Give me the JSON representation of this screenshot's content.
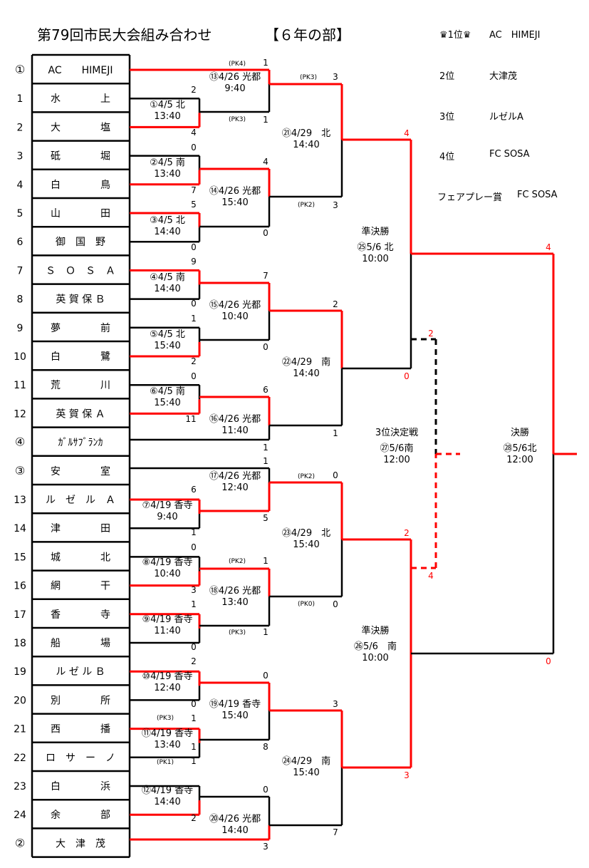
{
  "title": "第79回市民大会組み合わせ",
  "division": "【６年の部】",
  "results": {
    "first": {
      "label": "♛1位♛",
      "team": "AC　HIMEJI"
    },
    "second": {
      "label": "2位",
      "team": "大津茂"
    },
    "third": {
      "label": "3位",
      "team": "ルゼルA"
    },
    "fourth": {
      "label": "4位",
      "team": "FC SOSA"
    },
    "fairplay": {
      "label": "フェアプレー賞",
      "team": "FC SOSA"
    }
  },
  "teams": [
    {
      "seed": "①",
      "name": "AC　　HIMEJI"
    },
    {
      "seed": "1",
      "name": "水　　　　上"
    },
    {
      "seed": "2",
      "name": "大　　　　塩"
    },
    {
      "seed": "3",
      "name": "砥　　　　堀"
    },
    {
      "seed": "4",
      "name": "白　　　　鳥"
    },
    {
      "seed": "5",
      "name": "山　　　　田"
    },
    {
      "seed": "6",
      "name": "御　国　野"
    },
    {
      "seed": "7",
      "name": "Ｓ　Ｏ　Ｓ　Ａ"
    },
    {
      "seed": "8",
      "name": "英 賀 保 Ｂ"
    },
    {
      "seed": "9",
      "name": "夢　　　　前"
    },
    {
      "seed": "10",
      "name": "白　　　　鷺"
    },
    {
      "seed": "11",
      "name": "荒　　　　川"
    },
    {
      "seed": "12",
      "name": "英 賀 保 Ａ"
    },
    {
      "seed": "④",
      "name": "ｶﾞﾙｻﾌﾞﾗﾝｶ"
    },
    {
      "seed": "③",
      "name": "安　　　　室"
    },
    {
      "seed": "13",
      "name": "ル　ゼ　ル　Ａ"
    },
    {
      "seed": "14",
      "name": "津　　　　田"
    },
    {
      "seed": "15",
      "name": "城　　　　北"
    },
    {
      "seed": "16",
      "name": "網　　　　干"
    },
    {
      "seed": "17",
      "name": "香　　　　寺"
    },
    {
      "seed": "18",
      "name": "船　　　　場"
    },
    {
      "seed": "19",
      "name": "ル ゼ ル Ｂ"
    },
    {
      "seed": "20",
      "name": "別　　　　所"
    },
    {
      "seed": "21",
      "name": "西　　　　播"
    },
    {
      "seed": "22",
      "name": "ロ　サ　ー　ノ"
    },
    {
      "seed": "23",
      "name": "白　　　　浜"
    },
    {
      "seed": "24",
      "name": "余　　　　部"
    },
    {
      "seed": "②",
      "name": "大　津　茂"
    }
  ],
  "matches": [
    {
      "no": "①4/5 北",
      "time": "13:40"
    },
    {
      "no": "②4/5 南",
      "time": "13:40"
    },
    {
      "no": "③4/5 北",
      "time": "14:40"
    },
    {
      "no": "④4/5 南",
      "time": "14:40"
    },
    {
      "no": "⑤4/5 北",
      "time": "15:40"
    },
    {
      "no": "⑥4/5 南",
      "time": "15:40"
    },
    {
      "no": "⑦4/19 香寺",
      "time": "9:40"
    },
    {
      "no": "⑧4/19 香寺",
      "time": "10:40"
    },
    {
      "no": "⑨4/19 香寺",
      "time": "11:40"
    },
    {
      "no": "⑩4/19 香寺",
      "time": "12:40"
    },
    {
      "no": "⑪4/19 香寺",
      "time": "13:40"
    },
    {
      "no": "⑫4/19 香寺",
      "time": "14:40"
    },
    {
      "no": "⑬4/26 光都",
      "time": "9:40"
    },
    {
      "no": "⑭4/26 光都",
      "time": "15:40"
    },
    {
      "no": "⑮4/26 光都",
      "time": "10:40"
    },
    {
      "no": "⑯4/26 光都",
      "time": "11:40"
    },
    {
      "no": "⑰4/26 光都",
      "time": "12:40"
    },
    {
      "no": "⑱4/26 光都",
      "time": "13:40"
    },
    {
      "no": "⑲4/19 香寺",
      "time": "15:40"
    },
    {
      "no": "⑳4/26 光都",
      "time": "14:40"
    },
    {
      "no": "㉑4/29　北",
      "time": "14:40"
    },
    {
      "no": "㉒4/29　南",
      "time": "14:40"
    },
    {
      "no": "㉓4/29　北",
      "time": "15:40"
    },
    {
      "no": "㉔4/29　南",
      "time": "15:40"
    },
    {
      "no": "㉕5/6 北",
      "time": "10:00",
      "title": "準決勝"
    },
    {
      "no": "㉖5/6　南",
      "time": "10:00",
      "title": "準決勝"
    },
    {
      "no": "㉗5/6南",
      "time": "12:00",
      "title": "3位決定戦"
    },
    {
      "no": "㉘5/6北",
      "time": "12:00",
      "title": "決勝"
    }
  ],
  "scores": [
    {
      "v": "1"
    },
    {
      "v": "(PK4)"
    },
    {
      "v": "2"
    },
    {
      "v": "(PK3)"
    },
    {
      "v": "1"
    },
    {
      "v": "4"
    },
    {
      "v": "0"
    },
    {
      "v": "4"
    },
    {
      "v": "7"
    },
    {
      "v": "5"
    },
    {
      "v": "0"
    },
    {
      "v": "0"
    },
    {
      "v": "3"
    },
    {
      "v": "(PK3)"
    },
    {
      "v": "(PK2)"
    },
    {
      "v": "3"
    },
    {
      "v": "9"
    },
    {
      "v": "7"
    },
    {
      "v": "0"
    },
    {
      "v": "1"
    },
    {
      "v": "0"
    },
    {
      "v": "2"
    },
    {
      "v": "2"
    },
    {
      "v": "0"
    },
    {
      "v": "6"
    },
    {
      "v": "11"
    },
    {
      "v": "1"
    },
    {
      "v": "1"
    },
    {
      "v": "1"
    },
    {
      "v": "(PK2)"
    },
    {
      "v": "0"
    },
    {
      "v": "6"
    },
    {
      "v": "5"
    },
    {
      "v": "1"
    },
    {
      "v": "0"
    },
    {
      "v": "(PK2)"
    },
    {
      "v": "1"
    },
    {
      "v": "3"
    },
    {
      "v": "1"
    },
    {
      "v": "(PK0)"
    },
    {
      "v": "0"
    },
    {
      "v": "(PK3)"
    },
    {
      "v": "1"
    },
    {
      "v": "0"
    },
    {
      "v": "2"
    },
    {
      "v": "0"
    },
    {
      "v": "0"
    },
    {
      "v": "3"
    },
    {
      "v": "(PK3)"
    },
    {
      "v": "1"
    },
    {
      "v": "8"
    },
    {
      "v": "1"
    },
    {
      "v": "(PK1)"
    },
    {
      "v": "1"
    },
    {
      "v": "0"
    },
    {
      "v": "2"
    },
    {
      "v": "7"
    },
    {
      "v": "3"
    },
    {
      "v": "4"
    },
    {
      "v": "0"
    },
    {
      "v": "2"
    },
    {
      "v": "3"
    },
    {
      "v": "4"
    },
    {
      "v": "0"
    },
    {
      "v": "2"
    },
    {
      "v": "4"
    }
  ],
  "colors": {
    "win": "#ff0000",
    "line": "#000000",
    "score_red": "#ff0000"
  }
}
